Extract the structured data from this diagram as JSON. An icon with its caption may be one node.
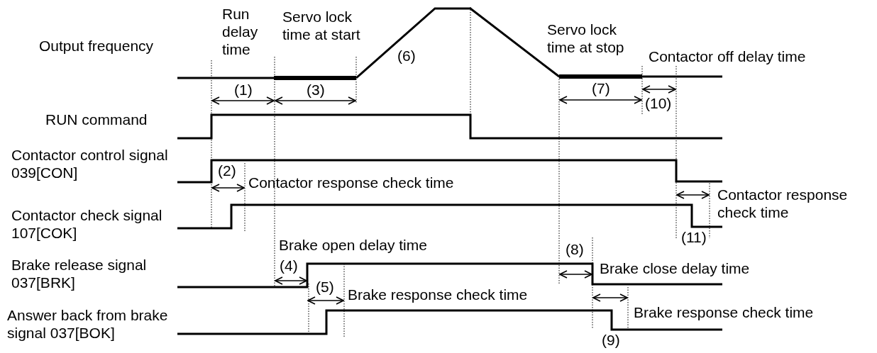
{
  "diagram": {
    "labels": [
      "Run delay time",
      "Servo lock time at start",
      "Output frequency",
      "(6)",
      "Servo lock time at stop",
      "Contactor off delay time",
      "(1)",
      "(3)",
      "(7)",
      "(10)",
      "RUN command",
      "Contactor control signal 039[CON]",
      "(2)",
      "Contactor response check time",
      "Contactor response check time",
      "Contactor check signal 107[COK]",
      "(11)",
      "Brake open delay time",
      "(8)",
      "Brake release signal 037[BRK]",
      "(4)",
      "Brake close delay time",
      "(5)",
      "Brake response check time",
      "Answer back from brake signal 037[BOK]",
      "Brake response check time",
      "(9)"
    ]
  }
}
